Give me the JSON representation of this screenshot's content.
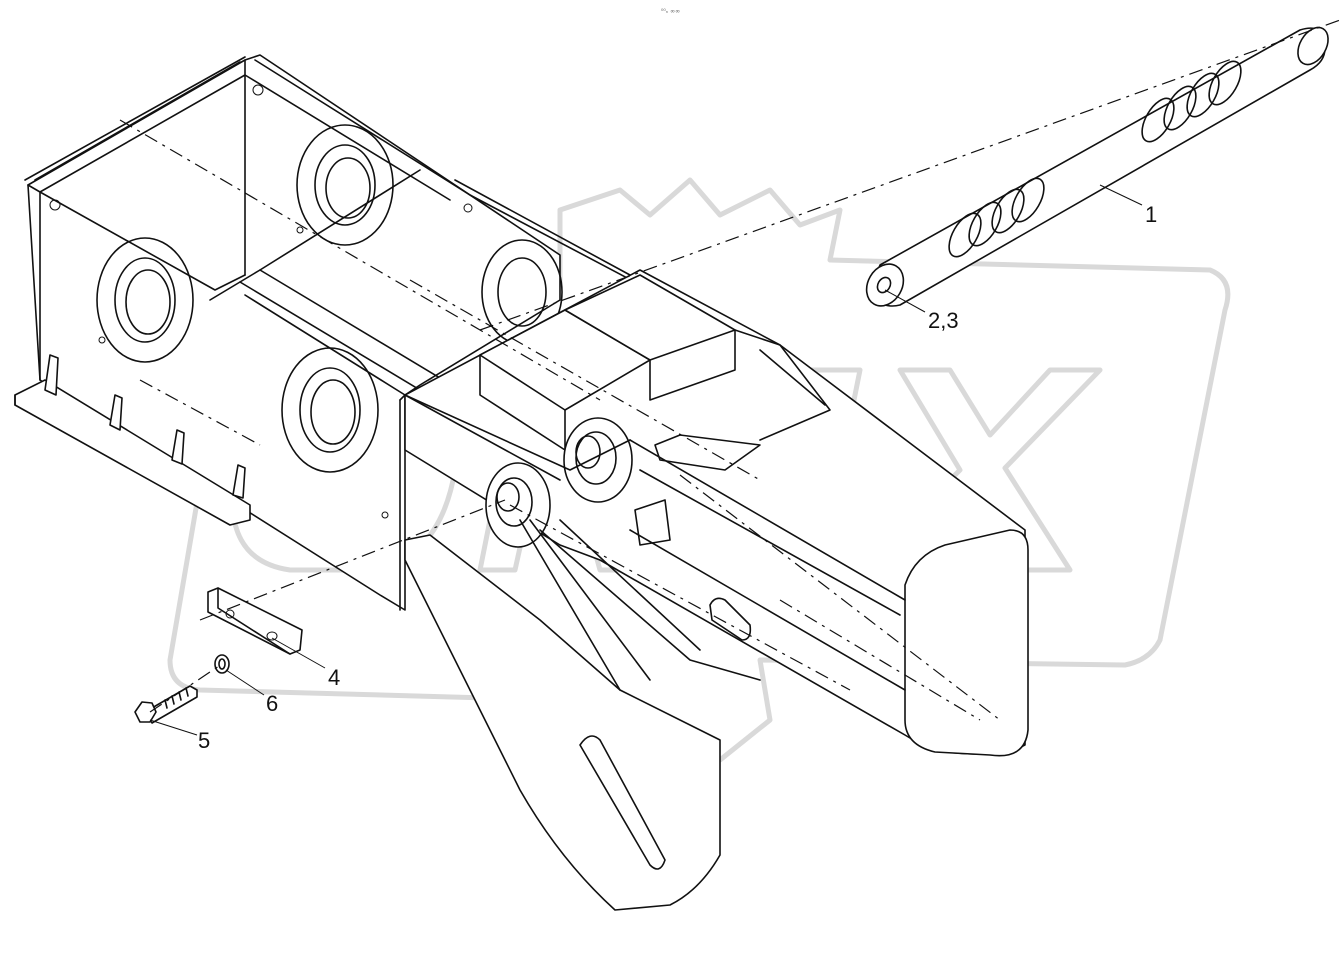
{
  "header": {
    "code": "⁰⁰ₙ ∞∞"
  },
  "watermark": {
    "text": "OREX"
  },
  "callouts": [
    {
      "label": "1"
    },
    {
      "label": "2,3"
    },
    {
      "label": "4"
    },
    {
      "label": "5"
    },
    {
      "label": "6"
    }
  ]
}
